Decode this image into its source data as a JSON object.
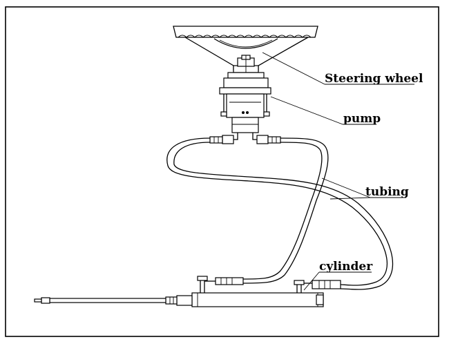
{
  "labels": {
    "steering_wheel": "Steering wheel",
    "pump": "pump",
    "tubing": "tubing",
    "cylinder": "cylinder"
  },
  "colors": {
    "line": "#000000",
    "background": "#ffffff"
  }
}
